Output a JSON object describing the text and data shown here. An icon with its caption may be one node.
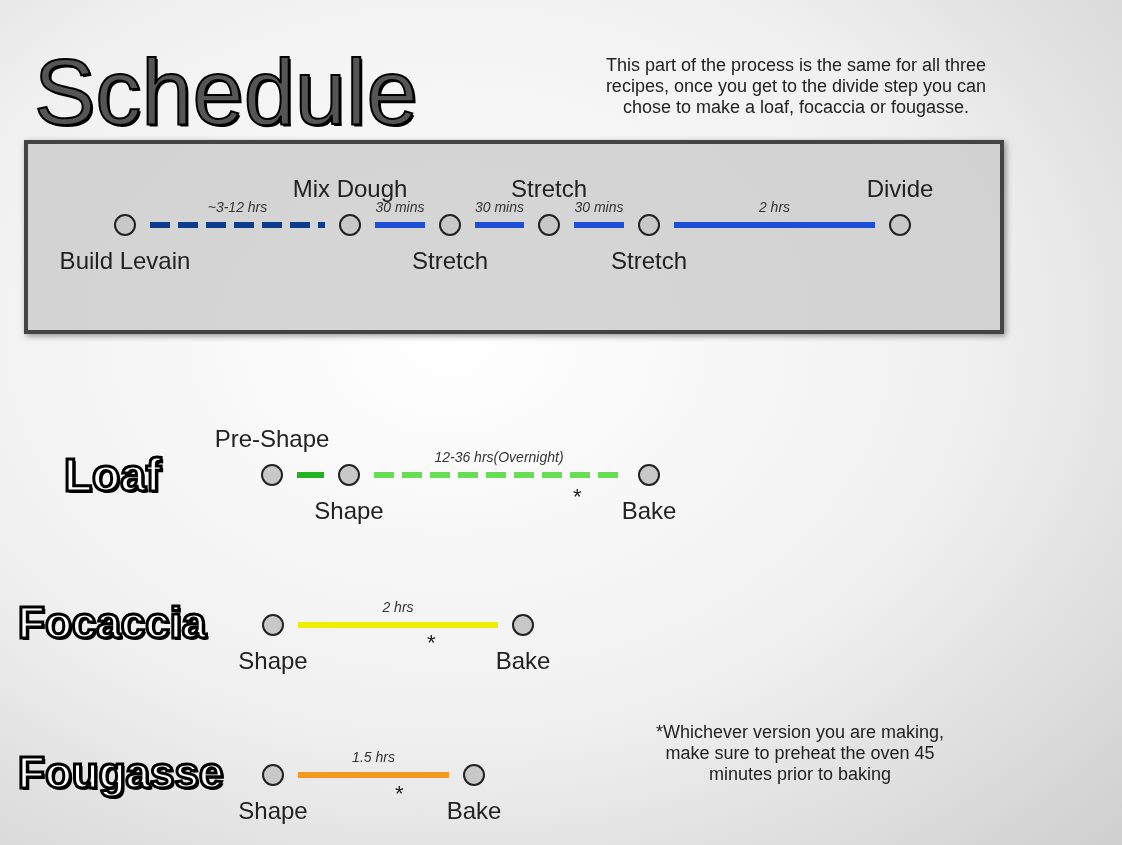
{
  "diagram": {
    "title": "Schedule",
    "nodes": [
      {
        "text": [],
        "shape": "box"
      },
      {
        "text": [],
        "shape": "circle",
        "in": 0,
        "beside": [
          "Build Levain"
        ]
      },
      {
        "text": [],
        "shape": "circle",
        "in": 0,
        "beside": [
          "Mix Dough"
        ]
      },
      {
        "text": [],
        "shape": "circle",
        "in": 0,
        "beside": [
          "Stretch"
        ]
      },
      {
        "text": [],
        "shape": "circle",
        "in": 0,
        "beside": [
          "Stretch"
        ]
      },
      {
        "text": [],
        "shape": "circle",
        "in": 0,
        "beside": [
          "Stretch"
        ]
      },
      {
        "text": [],
        "shape": "circle",
        "in": 0,
        "beside": [
          "Divide"
        ]
      },
      {
        "text": [],
        "shape": "circle",
        "beside": [
          "Pre-Shape"
        ]
      },
      {
        "text": [],
        "shape": "circle",
        "beside": [
          "Shape"
        ]
      },
      {
        "text": [],
        "shape": "circle",
        "beside": [
          "Bake"
        ]
      },
      {
        "text": [],
        "shape": "circle",
        "beside": [
          "Shape"
        ]
      },
      {
        "text": [],
        "shape": "circle",
        "beside": [
          "Bake"
        ]
      },
      {
        "text": [],
        "shape": "circle",
        "beside": [
          "Shape"
        ]
      },
      {
        "text": [],
        "shape": "circle",
        "beside": [
          "Bake"
        ]
      }
    ],
    "edges": [
      {
        "from": 1,
        "to": 2,
        "arrow": "none",
        "label": "~3-12 hrs",
        "style": "dashed",
        "color": "#0d3c8c"
      },
      {
        "from": 2,
        "to": 3,
        "arrow": "none",
        "label": "30 mins",
        "color": "#1d4fd6"
      },
      {
        "from": 3,
        "to": 4,
        "arrow": "none",
        "label": "30 mins",
        "color": "#1d4fd6"
      },
      {
        "from": 4,
        "to": 5,
        "arrow": "none",
        "label": "30 mins",
        "color": "#1d4fd6"
      },
      {
        "from": 5,
        "to": 6,
        "arrow": "none",
        "label": "2 hrs",
        "color": "#1d4fd6"
      },
      {
        "from": 7,
        "to": 8,
        "arrow": "none",
        "color": "#22b322"
      },
      {
        "from": 8,
        "to": 9,
        "arrow": "none",
        "label": "12-36 hrs(Overnight)",
        "style": "dashed",
        "color": "#66dd55"
      },
      {
        "from": 10,
        "to": 11,
        "arrow": "none",
        "label": "2 hrs",
        "color": "#eeee00"
      },
      {
        "from": 12,
        "to": 13,
        "arrow": "none",
        "label": "1.5 hrs",
        "color": "#f39a1e"
      }
    ],
    "labels": [
      "This part of the process is the same for all three recipes, once you get to the divide step you can chose to make a loaf, focaccia or fougasse.",
      "Loaf",
      "*",
      "Focaccia",
      "*",
      "Fougasse",
      "*Whichever version you are making, make sure to preheat the oven 45 minutes prior to baking",
      "*"
    ]
  }
}
